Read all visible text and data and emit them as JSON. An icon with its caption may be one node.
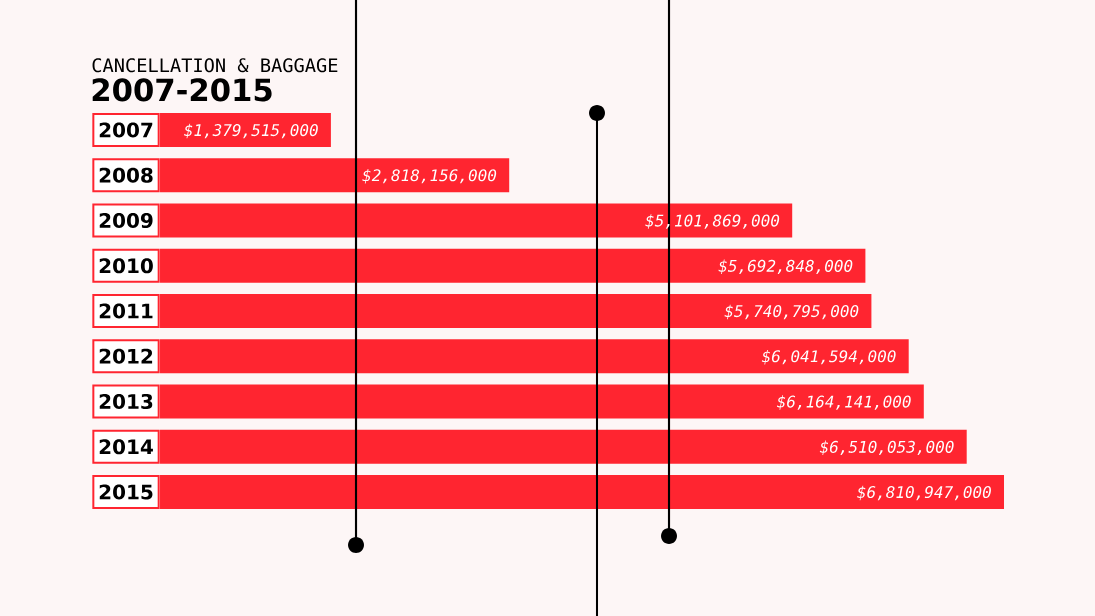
{
  "diagram": {
    "title": "CANCELLATION & BAGGAGE",
    "labels": [
      "2007-2015"
    ],
    "chart_data": {
      "type": "bar",
      "orientation": "horizontal",
      "categories": [
        "2007",
        "2008",
        "2009",
        "2010",
        "2011",
        "2012",
        "2013",
        "2014",
        "2015"
      ],
      "values": [
        1379515000,
        2818156000,
        5101869000,
        5692848000,
        5740795000,
        6041594000,
        6164141000,
        6510053000,
        6810947000
      ],
      "value_labels": [
        "$1,379,515,000",
        "$2,818,156,000",
        "$5,101,869,000",
        "$5,692,848,000",
        "$5,740,795,000",
        "$6,041,594,000",
        "$6,164,141,000",
        "$6,510,053,000",
        "$6,810,947,000"
      ]
    }
  }
}
